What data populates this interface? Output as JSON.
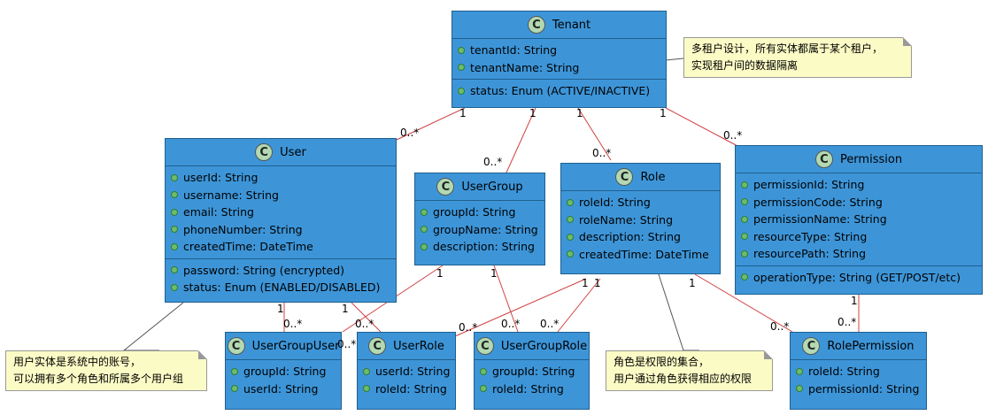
{
  "classes": {
    "tenant": {
      "badge": "C",
      "name": "Tenant",
      "sections": [
        [
          "tenantId: String",
          "tenantName: String"
        ],
        [
          "status: Enum (ACTIVE/INACTIVE)"
        ]
      ]
    },
    "user": {
      "badge": "C",
      "name": "User",
      "sections": [
        [
          "userId: String",
          "username: String",
          "email: String",
          "phoneNumber: String",
          "createdTime: DateTime"
        ],
        [
          "password: String (encrypted)",
          "status: Enum (ENABLED/DISABLED)"
        ]
      ]
    },
    "usergroup": {
      "badge": "C",
      "name": "UserGroup",
      "sections": [
        [
          "groupId: String",
          "groupName: String",
          "description: String"
        ]
      ]
    },
    "role": {
      "badge": "C",
      "name": "Role",
      "sections": [
        [
          "roleId: String",
          "roleName: String",
          "description: String",
          "createdTime: DateTime"
        ]
      ]
    },
    "permission": {
      "badge": "C",
      "name": "Permission",
      "sections": [
        [
          "permissionId: String",
          "permissionCode: String",
          "permissionName: String",
          "resourceType: String",
          "resourcePath: String"
        ],
        [
          "operationType: String (GET/POST/etc)"
        ]
      ]
    },
    "usergroupuser": {
      "badge": "C",
      "name": "UserGroupUser",
      "sections": [
        [
          "groupId: String",
          "userId: String"
        ]
      ]
    },
    "userrole": {
      "badge": "C",
      "name": "UserRole",
      "sections": [
        [
          "userId: String",
          "roleId: String"
        ]
      ]
    },
    "usergrouprole": {
      "badge": "C",
      "name": "UserGroupRole",
      "sections": [
        [
          "groupId: String",
          "roleId: String"
        ]
      ]
    },
    "rolepermission": {
      "badge": "C",
      "name": "RolePermission",
      "sections": [
        [
          "roleId: String",
          "permissionId: String"
        ]
      ]
    }
  },
  "notes": {
    "tenant_note": [
      "多租户设计，所有实体都属于某个租户，",
      "实现租户间的数据隔离"
    ],
    "user_note": [
      "用户实体是系统中的账号，",
      "可以拥有多个角色和所属多个用户组"
    ],
    "role_note": [
      "角色是权限的集合，",
      "用户通过角色获得相应的权限"
    ]
  },
  "multiplicities": {
    "m1": "1",
    "m2": "0..*",
    "m3": "1",
    "m4": "0..*",
    "m5": "1",
    "m6": "0..*",
    "m7": "1",
    "m8": "0..*",
    "m9": "1",
    "m10": "0..*",
    "m11": "1",
    "m12": "0..*",
    "m13": "1",
    "m14": "0..*",
    "m15": "1",
    "m16": "0..*",
    "m17": "1",
    "m18": "0..*",
    "m19": "1",
    "m20": "0..*",
    "m21": "1",
    "m22": "0..*",
    "m23": "1",
    "m24": "0..*"
  },
  "colors": {
    "class_fill": "#3d95d8",
    "association_line": "#d04040",
    "note_fill": "#fbfbc6"
  }
}
